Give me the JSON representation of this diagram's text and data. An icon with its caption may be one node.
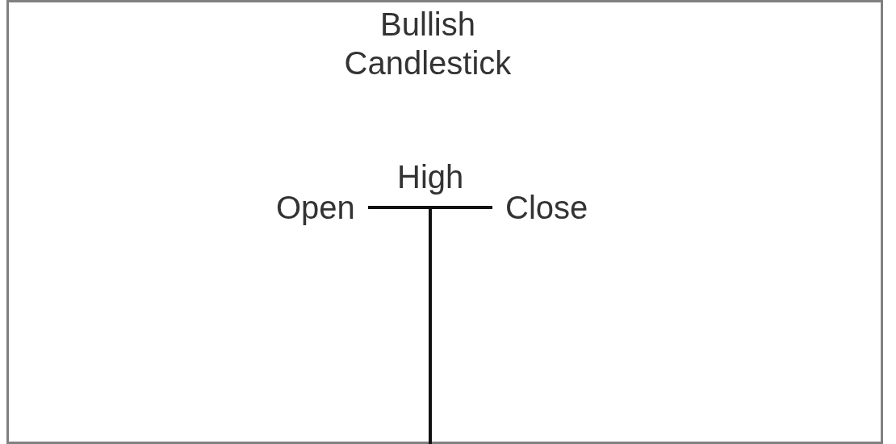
{
  "diagram": {
    "title": "Bullish Candlestick",
    "labels": [
      "High",
      "Open",
      "Close"
    ]
  }
}
